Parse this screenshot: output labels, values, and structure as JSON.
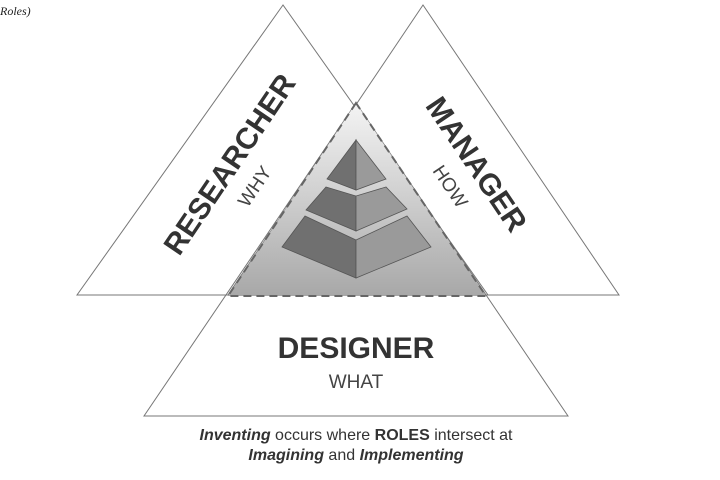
{
  "corner_text": "Roles)",
  "roles": {
    "researcher": {
      "title": "RESEARCHER",
      "question": "WHY"
    },
    "manager": {
      "title": "MANAGER",
      "question": "HOW"
    },
    "designer": {
      "title": "DESIGNER",
      "question": "WHAT"
    }
  },
  "caption": {
    "line1": {
      "em1": "Inventing",
      "t1": " occurs where ",
      "strong": "ROLES",
      "t2": " intersect at"
    },
    "line2": {
      "em1": "Imagining",
      "t1": " and ",
      "em2": "Implementing"
    }
  }
}
